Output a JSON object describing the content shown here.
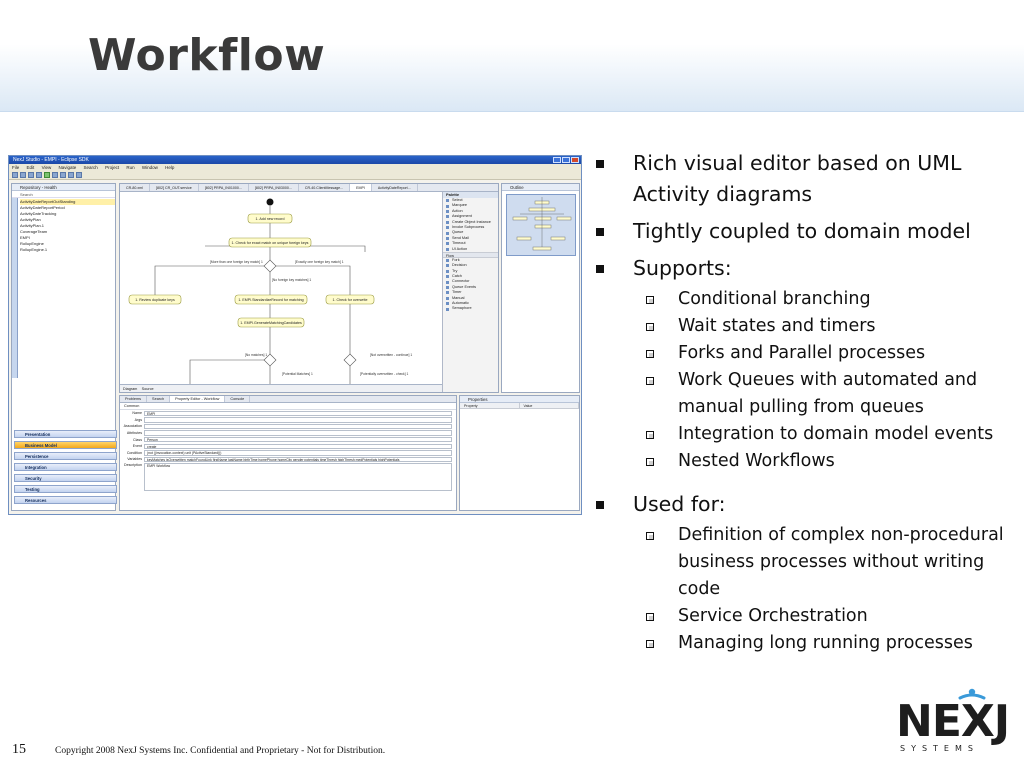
{
  "slide": {
    "title": "Workflow",
    "page_number": "15",
    "copyright": "Copyright 2008 NexJ Systems Inc. Confidential and Proprietary - Not for Distribution.",
    "logo_text": "NEXJ",
    "logo_subtext": "SYSTEMS"
  },
  "bullets": {
    "b1": "Rich visual editor based on UML Activity diagrams",
    "b2": "Tightly coupled to domain model",
    "b3": "Supports:",
    "b3_items": [
      "Conditional branching",
      "Wait states and timers",
      "Forks and Parallel processes",
      "Work Queues with automated and manual pulling from queues",
      "Integration to domain model events",
      "Nested Workflows"
    ],
    "b4": "Used for:",
    "b4_items": [
      "Definition of complex non-procedural business processes without writing code",
      "Service Orchestration",
      "Managing long running processes"
    ]
  },
  "screenshot": {
    "window_title": "NexJ Studio - EMPI - Eclipse SDK",
    "menu": [
      "File",
      "Edit",
      "View",
      "Navigate",
      "Search",
      "Project",
      "Run",
      "Window",
      "Help"
    ],
    "repository_title": "Repository - Health",
    "repository_search": "Search",
    "repository_items": [
      "ActivityDateReportOutStanding",
      "ActivityDateReportPeriod",
      "ActivityDateTracking",
      "ActivityPlan",
      "ActivityPlan.1",
      "CoverageTeam",
      "EMPI",
      "RollupEngine",
      "RollupEngine.1"
    ],
    "categories": [
      "Presentation",
      "Business Model",
      "Persistence",
      "Integration",
      "Security",
      "Testing",
      "Resources"
    ],
    "editor_tabs": [
      "CR-80.xml",
      "[802] CR_OUT.service",
      "[802] PRPA_IN01000...",
      "[802] PRPA_IN03000...",
      "CR-40.ClientMessage...",
      "EMPI",
      "ActivityDateReport..."
    ],
    "palette_title": "Palette",
    "palette_items_top": [
      "Select",
      "Marquee",
      "Action",
      "Assignment",
      "Create Object Instance",
      "Invoke Subprocess",
      "Queue",
      "Send Mail",
      "Timeout",
      "UI Action"
    ],
    "palette_group_flow": "Flow",
    "palette_items_flow": [
      "Fork",
      "Decision",
      "Try",
      "Catch",
      "Connector",
      "Queue Events",
      "Timer",
      "Manual",
      "Automatic",
      "Semaphore"
    ],
    "outline_title": "Outline",
    "diagram_nodes": [
      "1. Add new record",
      "1. Check for exact match on unique foreign keys",
      "1. Review duplicate keys",
      "1. EMPI.StandardizeRecord for matching",
      "1. Check for overwrite",
      "1. EMPI.GenerateMatchingCandidates"
    ],
    "diagram_labels": [
      "[More than one foreign key match] 1",
      "[Exactly one foreign key match] 1",
      "[No foreign key matches] 1",
      "[No matches] 1",
      "[Potential Matches] 1",
      "[Not overwritten - continue] 1",
      "[Potentially overwritten - check] 1"
    ],
    "editor_bottom_tabs": [
      "Diagram",
      "Source"
    ],
    "props_tabs": [
      "Problems",
      "Search",
      "Property Editor - Workflow",
      "Console"
    ],
    "props_subtitle": "Common",
    "props_rows": [
      {
        "label": "Name",
        "value": "EMPI"
      },
      {
        "label": "Args",
        "value": ""
      },
      {
        "label": "Association",
        "value": ""
      },
      {
        "label": "Attributes",
        "value": ""
      },
      {
        "label": "Class",
        "value": "Person"
      },
      {
        "label": "Event",
        "value": "create"
      },
      {
        "label": "Condition",
        "value": "(not ((invocation-context) unit (PActiveStandard)))"
      },
      {
        "label": "Variables",
        "value": "keyMatches isOverwritten matchFoundLink firstName lastName birthTime homePhone homeCity gender potentials timeThresh highThresh medPotentials highPotentials"
      },
      {
        "label": "Description",
        "value": "EMPI Workflow"
      }
    ],
    "props2_title": "Properties",
    "props2_columns": [
      "Property",
      "Value"
    ]
  }
}
